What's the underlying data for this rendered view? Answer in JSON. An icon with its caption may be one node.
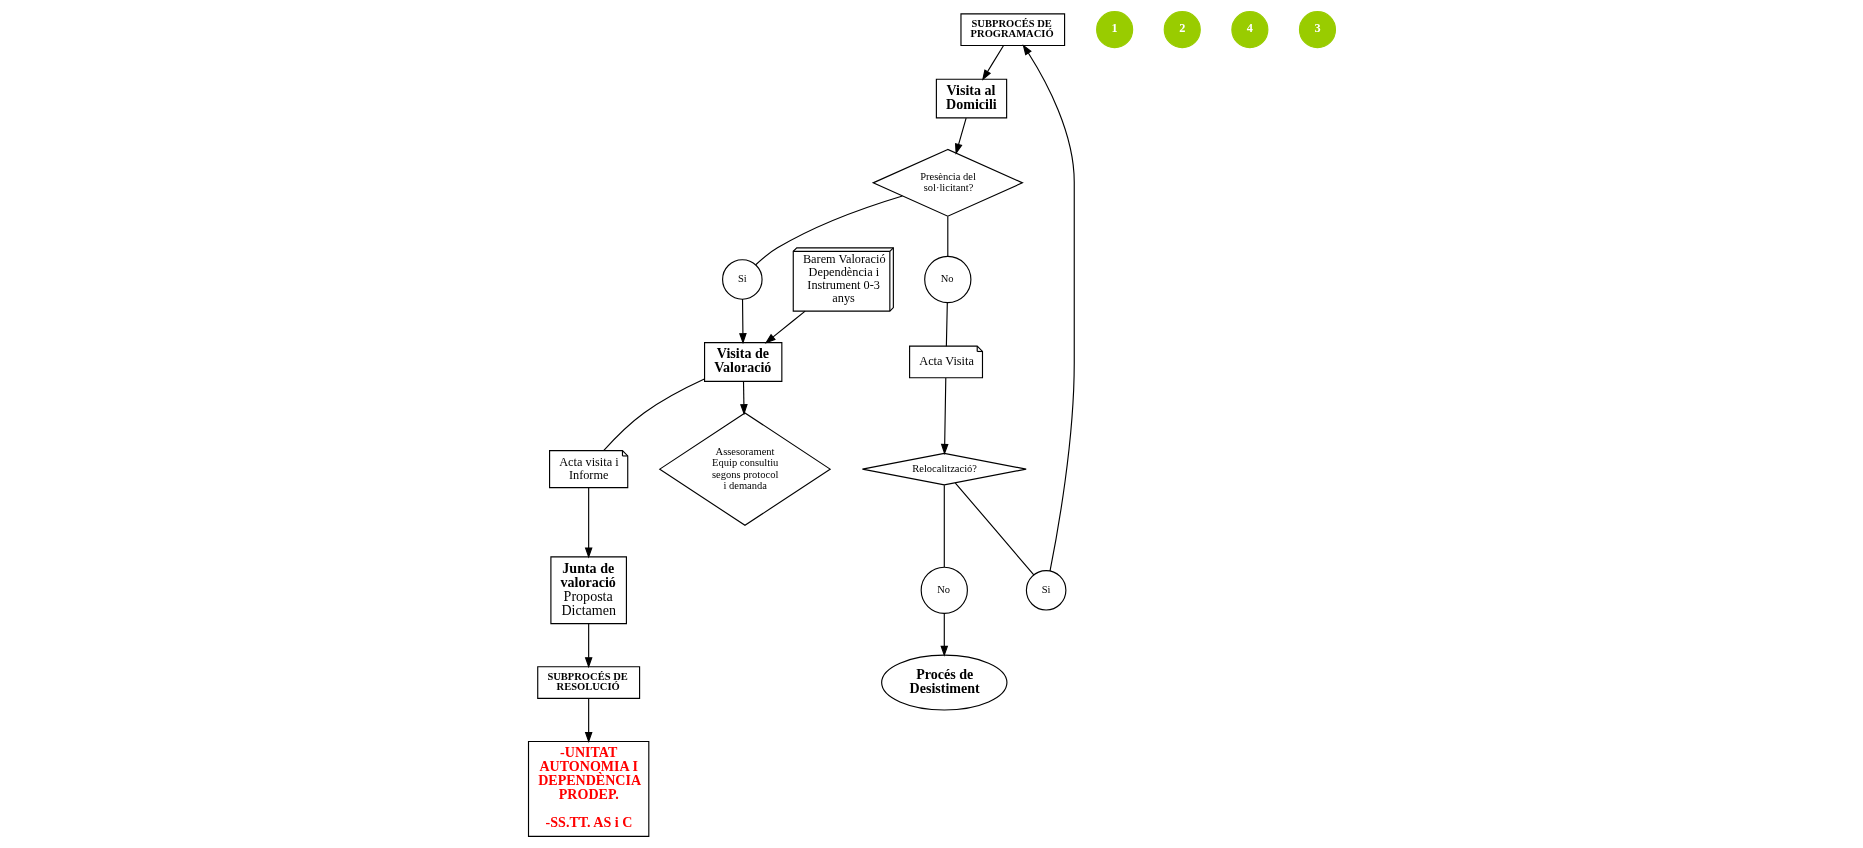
{
  "diagram": {
    "nodes": [
      {
        "text": [
          "SUBPROCÉS DE PROGRAMACIÓ"
        ]
      },
      {
        "text": [
          "Visita al Domicili"
        ]
      },
      {
        "text": [
          "Barem Valoració Dependència i Instrument 0-3 anys"
        ]
      },
      {
        "text": [
          "1"
        ]
      },
      {
        "text": [
          "2"
        ]
      },
      {
        "text": [
          "Presència del sol·licitant?"
        ]
      },
      {
        "text": [
          "Si"
        ]
      },
      {
        "text": [
          "Visita de Valoració"
        ]
      },
      {
        "text": [
          "Acta visita i Informe"
        ]
      },
      {
        "text": [
          "Junta de valoració",
          "Proposta Dictamen"
        ]
      },
      {
        "text": [
          "SUBPROCÉS DE RESOLUCIÓ"
        ]
      },
      {
        "text": [
          "4"
        ]
      },
      {
        "text": [
          "No"
        ]
      },
      {
        "text": [
          "Acta Visita"
        ]
      },
      {
        "text": [
          "Assesorament Equip consultiu segons protocol i demanda"
        ]
      },
      {
        "text": [
          "-UNITAT AUTONOMIA I DEPENDÈNCIA PRODEP.",
          "-SS.TT. AS i C"
        ]
      },
      {
        "text": [
          "3"
        ]
      },
      {
        "text": [
          "Si"
        ]
      },
      {
        "text": [
          "Relocalització?"
        ]
      },
      {
        "text": [
          "No"
        ]
      },
      {
        "text": [
          "Procés de Desistiment"
        ]
      }
    ],
    "edges": [
      {
        "from": 0,
        "to": 1,
        "arrow": "to"
      },
      {
        "from": 1,
        "to": 5,
        "arrow": "to"
      },
      {
        "from": 5,
        "to": 6,
        "arrow": "none"
      },
      {
        "from": 6,
        "to": 7,
        "arrow": "to"
      },
      {
        "from": 2,
        "to": 7,
        "arrow": "to"
      },
      {
        "from": 7,
        "to": 8,
        "arrow": "none"
      },
      {
        "from": 8,
        "to": 9,
        "arrow": "to"
      },
      {
        "from": 9,
        "to": 10,
        "arrow": "to"
      },
      {
        "from": 10,
        "to": 15,
        "arrow": "to"
      },
      {
        "from": 7,
        "to": 14,
        "arrow": "to"
      },
      {
        "from": 5,
        "to": 12,
        "arrow": "none"
      },
      {
        "from": 12,
        "to": 13,
        "arrow": "none"
      },
      {
        "from": 13,
        "to": 18,
        "arrow": "to"
      },
      {
        "from": 18,
        "to": 17,
        "arrow": "none"
      },
      {
        "from": 17,
        "to": 0,
        "arrow": "to"
      },
      {
        "from": 18,
        "to": 19,
        "arrow": "none"
      },
      {
        "from": 19,
        "to": 20,
        "arrow": "to"
      }
    ]
  }
}
